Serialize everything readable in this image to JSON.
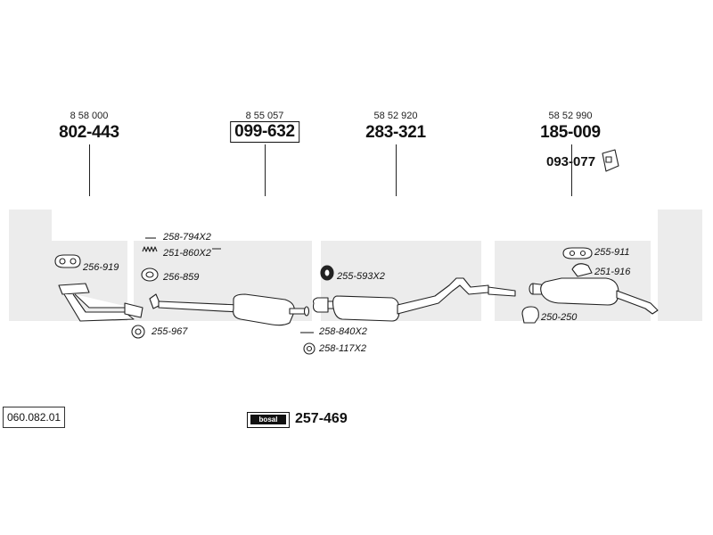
{
  "catalog_number": "060.082.01",
  "sections": [
    {
      "oe": "8 58 000",
      "part": "802-443"
    },
    {
      "oe": "8 55 057",
      "part": "099-632"
    },
    {
      "oe": "58 52 920",
      "part": "283-321"
    },
    {
      "oe": "58 52 990",
      "part": "185-009"
    }
  ],
  "bracket_part": "093-077",
  "fittings": {
    "f1": "258-794X2",
    "f2": "251-860X2",
    "f3": "256-919",
    "f4": "256-859",
    "f5": "255-967",
    "f6": "255-593X2",
    "f7": "258-840X2",
    "f8": "258-117X2",
    "f9": "255-911",
    "f10": "251-916",
    "f11": "250-250"
  },
  "brand": {
    "logo": "bosal",
    "part": "257-469"
  }
}
